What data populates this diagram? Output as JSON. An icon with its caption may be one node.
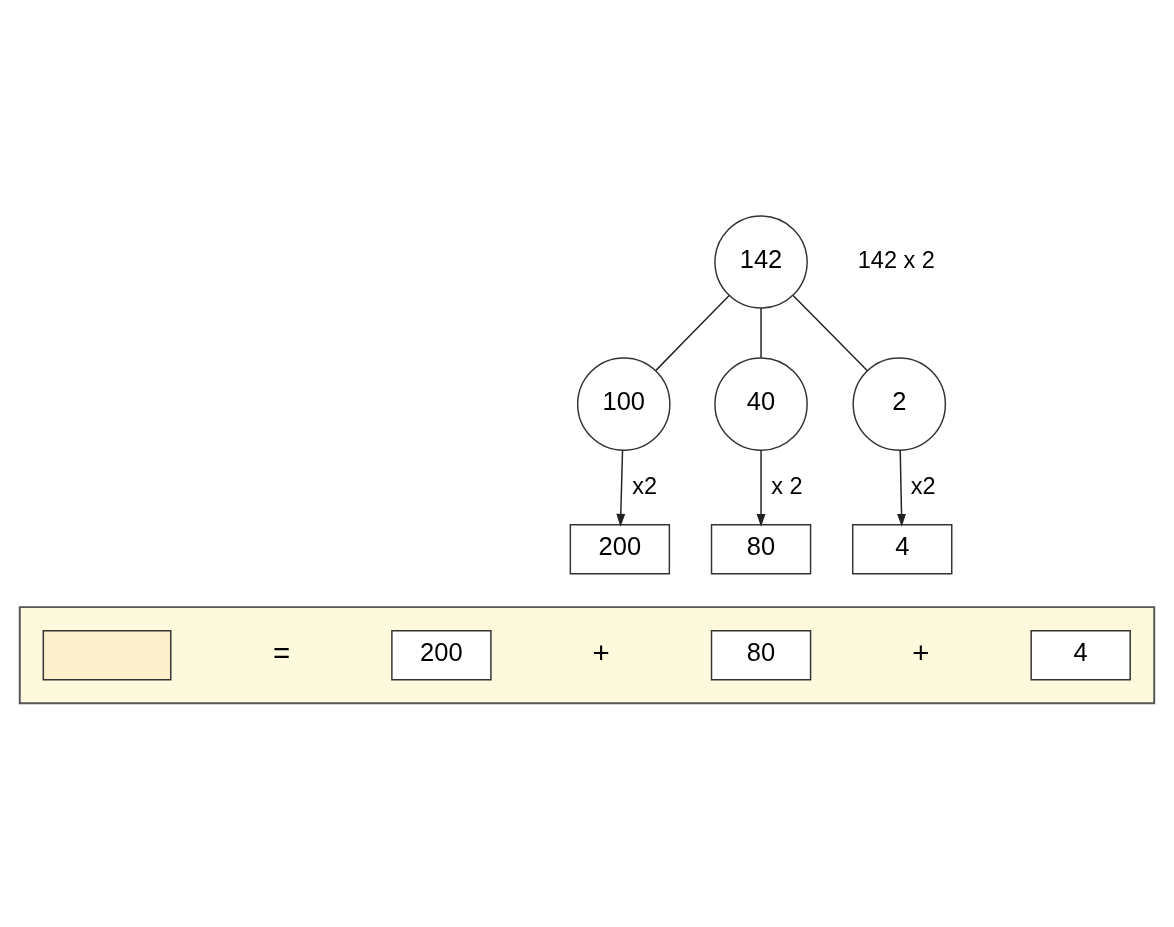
{
  "diagram": {
    "nodes": [
      {
        "text": [
          "142"
        ]
      },
      {
        "text": [
          "100"
        ]
      },
      {
        "text": [
          "40"
        ]
      },
      {
        "text": [
          "2"
        ]
      },
      {
        "text": [
          "200"
        ]
      },
      {
        "text": [
          "80"
        ]
      },
      {
        "text": [
          "4"
        ]
      },
      {
        "text": [],
        "shape": "box"
      },
      {
        "text": [],
        "shape": "box",
        "in": 7
      },
      {
        "text": [
          "200"
        ],
        "in": 7
      },
      {
        "text": [
          "80"
        ],
        "in": 7
      },
      {
        "text": [
          "4"
        ],
        "in": 7
      }
    ],
    "edges": [
      {
        "from": 0,
        "to": 1,
        "arrow": "none"
      },
      {
        "from": 0,
        "to": 2,
        "arrow": "none"
      },
      {
        "from": 0,
        "to": 3,
        "arrow": "none"
      },
      {
        "from": 1,
        "to": 4,
        "arrow": "to",
        "label": "x2"
      },
      {
        "from": 2,
        "to": 5,
        "arrow": "to",
        "label": "x 2"
      },
      {
        "from": 3,
        "to": 6,
        "arrow": "to",
        "label": "x2"
      }
    ],
    "labels": [
      "142 x 2",
      "=",
      "+",
      "+"
    ]
  }
}
